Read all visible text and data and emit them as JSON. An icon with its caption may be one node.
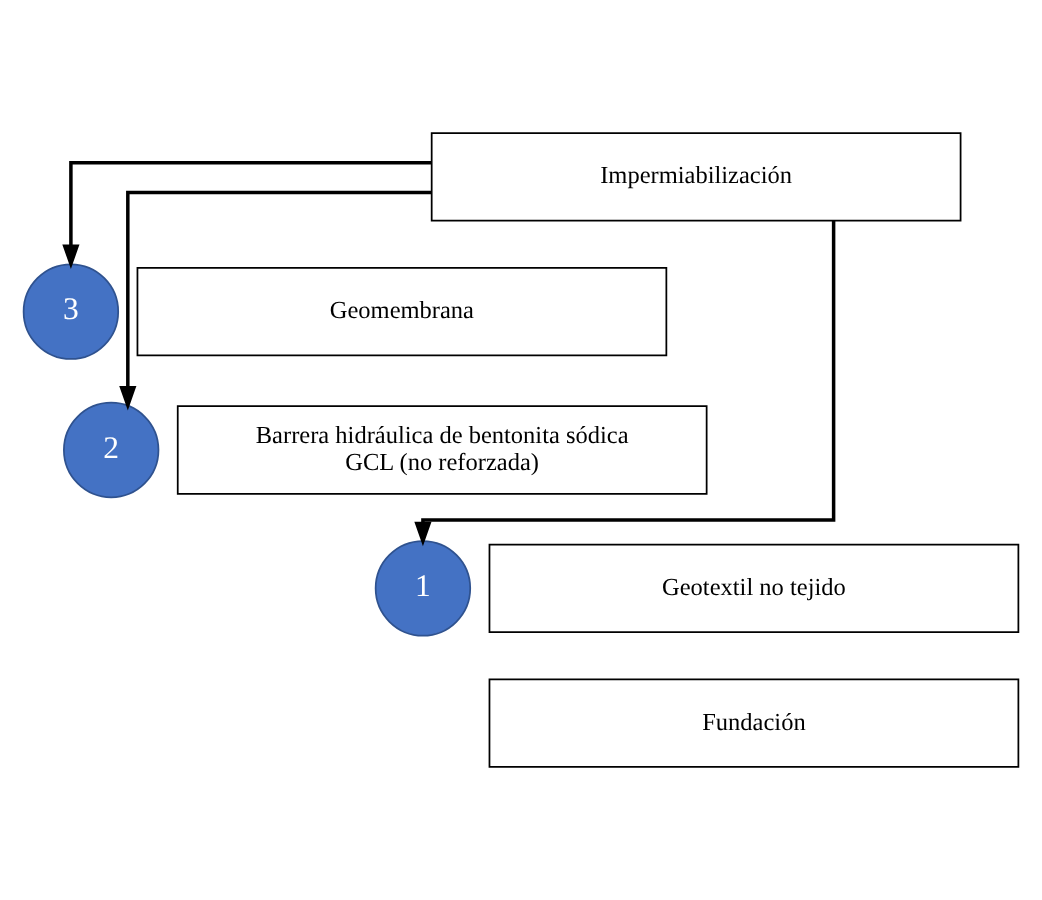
{
  "diagram": {
    "nodes": [
      {
        "text": [
          "Impermiabilización"
        ]
      },
      {
        "text": [
          "3"
        ]
      },
      {
        "text": [
          "Geomembrana"
        ]
      },
      {
        "text": [
          "2"
        ]
      },
      {
        "text": [
          "Barrera hidráulica de bentonita sódica GCL (no reforzada)"
        ]
      },
      {
        "text": [
          "1"
        ]
      },
      {
        "text": [
          "Geotextil no tejido"
        ]
      },
      {
        "text": [
          "Fundación"
        ]
      }
    ],
    "edges": [
      {
        "from": 0,
        "to": 1,
        "arrow": "to"
      },
      {
        "from": 0,
        "to": 3,
        "arrow": "to"
      },
      {
        "from": 0,
        "to": 5,
        "arrow": "to"
      }
    ]
  }
}
